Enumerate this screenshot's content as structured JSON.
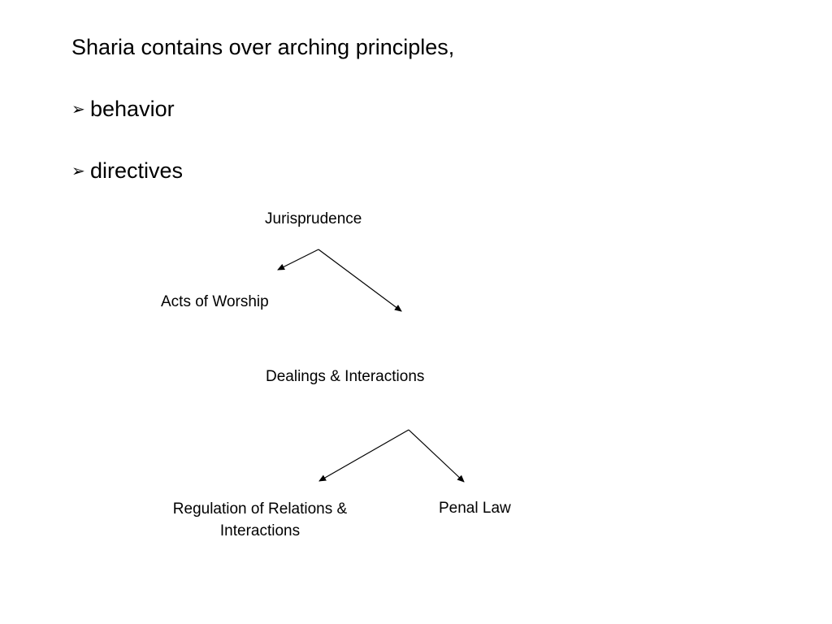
{
  "heading": "Sharia contains over arching principles,",
  "bullets": [
    {
      "marker": "➢",
      "text": "behavior"
    },
    {
      "marker": "➢",
      "text": "directives"
    }
  ],
  "diagram": {
    "root": "Jurisprudence",
    "branch_left": "Acts of Worship",
    "branch_right": "Dealings & Interactions",
    "sub_left": "Regulation of Relations & Interactions",
    "sub_right": "Penal Law"
  }
}
